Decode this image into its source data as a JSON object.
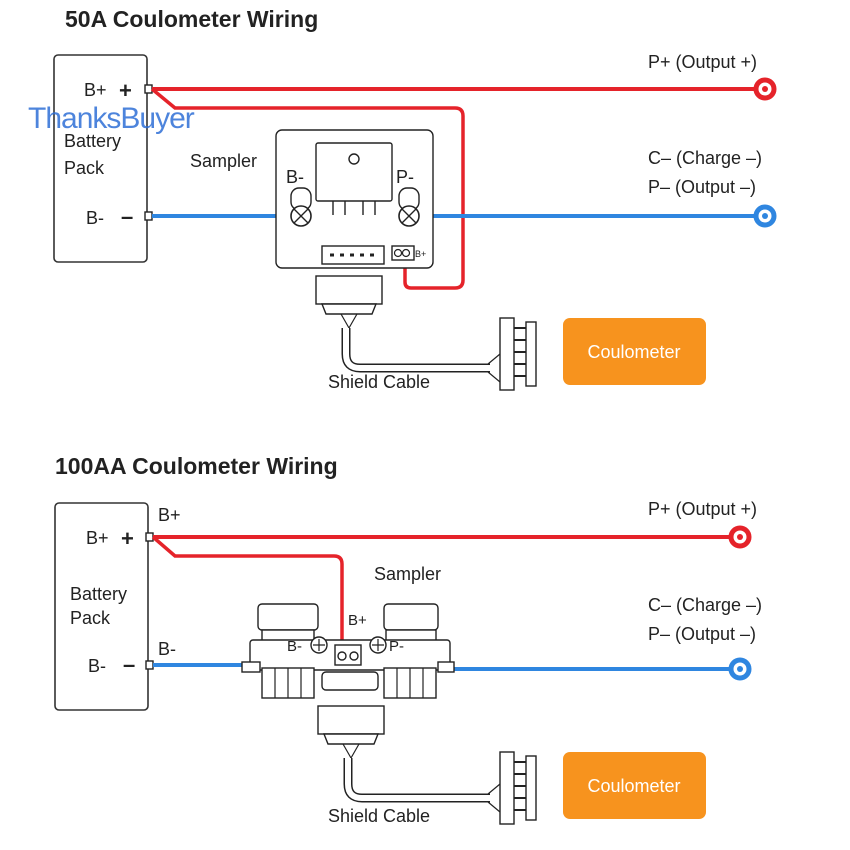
{
  "colors": {
    "positive": "#e5232a",
    "negative": "#2f86e0",
    "accent": "#f7931e",
    "text": "#222222"
  },
  "watermark": "ThanksBuyer",
  "section_50a": {
    "title": "50A Coulometer Wiring",
    "pack_label_line1": "Battery",
    "pack_label_line2": "Pack",
    "bplus": "B+",
    "plus_sign": "+",
    "bminus": "B-",
    "minus_sign": "–",
    "sampler": "Sampler",
    "sampler_bminus": "B-",
    "sampler_pminus": "P-",
    "sampler_bplus": "B+",
    "output_plus": "P+ (Output +)",
    "charge_minus": "C– (Charge –)",
    "output_minus": "P– (Output –)",
    "shield_cable": "Shield Cable",
    "coulometer": "Coulometer"
  },
  "section_100a": {
    "title": "100AA Coulometer Wiring",
    "pack_label_line1": "Battery",
    "pack_label_line2": "Pack",
    "bplus": "B+",
    "plus_sign": "+",
    "bminus": "B-",
    "minus_sign": "–",
    "wire_bplus": "B+",
    "wire_bminus": "B-",
    "sampler": "Sampler",
    "sampler_bplus": "B+",
    "sampler_bminus": "B-",
    "sampler_pminus": "P-",
    "output_plus": "P+ (Output +)",
    "charge_minus": "C– (Charge –)",
    "output_minus": "P– (Output –)",
    "shield_cable": "Shield Cable",
    "coulometer": "Coulometer"
  }
}
